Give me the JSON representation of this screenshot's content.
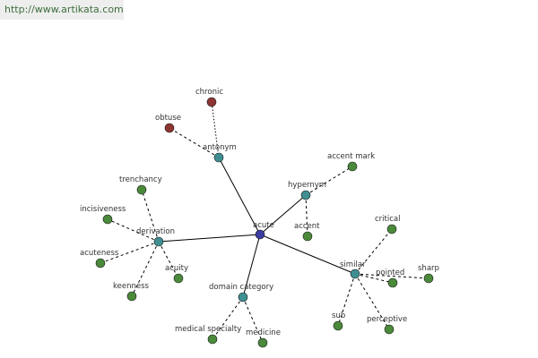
{
  "site_url": "http://www.artikata.com",
  "colors": {
    "center": "#3a3ca0",
    "relation": "#3f8f92",
    "leaf": "#4a8a3a",
    "antonym_leaf": "#8e3434"
  },
  "graph": {
    "nodes": [
      {
        "id": "acute",
        "label": "acute",
        "kind": "center"
      },
      {
        "id": "antonym",
        "label": "antonym",
        "kind": "relation"
      },
      {
        "id": "hypernym",
        "label": "hypernym",
        "kind": "relation"
      },
      {
        "id": "derivation",
        "label": "derivation",
        "kind": "relation"
      },
      {
        "id": "similar",
        "label": "similar",
        "kind": "relation"
      },
      {
        "id": "domain-category",
        "label": "domain category",
        "kind": "relation"
      },
      {
        "id": "chronic",
        "label": "chronic",
        "kind": "antonym_leaf"
      },
      {
        "id": "obtuse",
        "label": "obtuse",
        "kind": "antonym_leaf"
      },
      {
        "id": "accent-mark",
        "label": "accent mark",
        "kind": "leaf"
      },
      {
        "id": "accent",
        "label": "accent",
        "kind": "leaf"
      },
      {
        "id": "trenchancy",
        "label": "trenchancy",
        "kind": "leaf"
      },
      {
        "id": "incisiveness",
        "label": "incisiveness",
        "kind": "leaf"
      },
      {
        "id": "acuteness",
        "label": "acuteness",
        "kind": "leaf"
      },
      {
        "id": "keenness",
        "label": "keenness",
        "kind": "leaf"
      },
      {
        "id": "acuity",
        "label": "acuity",
        "kind": "leaf"
      },
      {
        "id": "critical",
        "label": "critical",
        "kind": "leaf"
      },
      {
        "id": "pointed",
        "label": "pointed",
        "kind": "leaf"
      },
      {
        "id": "sharp",
        "label": "sharp",
        "kind": "leaf"
      },
      {
        "id": "sub",
        "label": "sub",
        "kind": "leaf"
      },
      {
        "id": "perceptive",
        "label": "perceptive",
        "kind": "leaf"
      },
      {
        "id": "medical-specialty",
        "label": "medical specialty",
        "kind": "leaf"
      },
      {
        "id": "medicine",
        "label": "medicine",
        "kind": "leaf"
      }
    ],
    "edges": [
      {
        "from": "acute",
        "to": "antonym",
        "style": "solid"
      },
      {
        "from": "acute",
        "to": "hypernym",
        "style": "solid"
      },
      {
        "from": "acute",
        "to": "derivation",
        "style": "solid"
      },
      {
        "from": "acute",
        "to": "similar",
        "style": "solid"
      },
      {
        "from": "acute",
        "to": "domain-category",
        "style": "solid"
      },
      {
        "from": "antonym",
        "to": "chronic",
        "style": "dotted"
      },
      {
        "from": "antonym",
        "to": "obtuse",
        "style": "dashed"
      },
      {
        "from": "hypernym",
        "to": "accent-mark",
        "style": "dashed"
      },
      {
        "from": "hypernym",
        "to": "accent",
        "style": "dashed"
      },
      {
        "from": "derivation",
        "to": "trenchancy",
        "style": "dashed"
      },
      {
        "from": "derivation",
        "to": "incisiveness",
        "style": "dashed"
      },
      {
        "from": "derivation",
        "to": "acuteness",
        "style": "dashed"
      },
      {
        "from": "derivation",
        "to": "keenness",
        "style": "dashed"
      },
      {
        "from": "derivation",
        "to": "acuity",
        "style": "dashed"
      },
      {
        "from": "similar",
        "to": "critical",
        "style": "dashed"
      },
      {
        "from": "similar",
        "to": "pointed",
        "style": "dashed"
      },
      {
        "from": "similar",
        "to": "sharp",
        "style": "dashed"
      },
      {
        "from": "similar",
        "to": "sub",
        "style": "dashed"
      },
      {
        "from": "similar",
        "to": "perceptive",
        "style": "dashed"
      },
      {
        "from": "domain-category",
        "to": "medical-specialty",
        "style": "dashed"
      },
      {
        "from": "domain-category",
        "to": "medicine",
        "style": "dashed"
      }
    ]
  }
}
